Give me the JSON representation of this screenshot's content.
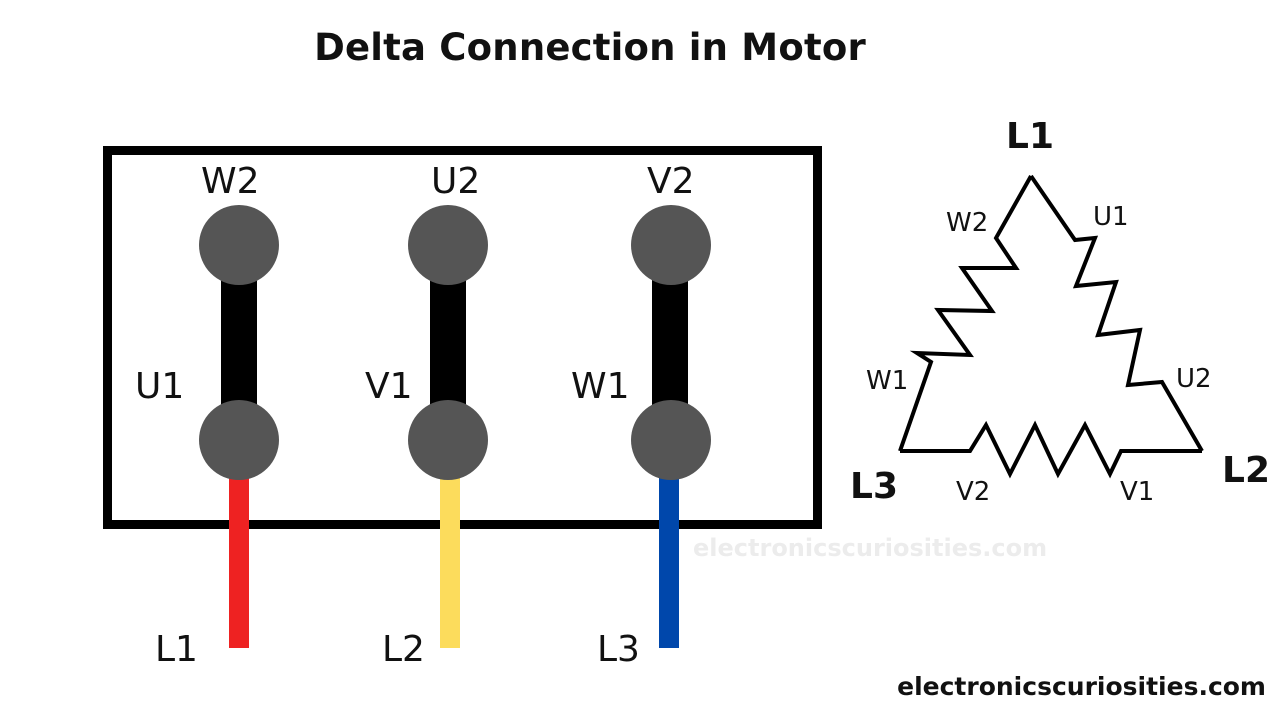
{
  "title": "Delta Connection in Motor",
  "terminals": {
    "top": [
      "W2",
      "U2",
      "V2"
    ],
    "bottom": [
      "U1",
      "V1",
      "W1"
    ]
  },
  "lines": [
    {
      "label": "L1",
      "color": "#ee2222"
    },
    {
      "label": "L2",
      "color": "#fcdc5c"
    },
    {
      "label": "L3",
      "color": "#0047ab"
    }
  ],
  "delta": {
    "corners": {
      "top": "L1",
      "right": "L2",
      "left": "L3"
    },
    "windings": {
      "right_top": "U1",
      "right_bottom": "U2",
      "bottom_right": "V1",
      "bottom_left": "V2",
      "left_bottom": "W1",
      "left_top": "W2"
    }
  },
  "watermark": "electronicscuriosities.com",
  "footer": "electronicscuriosities.com",
  "colors": {
    "terminal": "#555555",
    "link": "#000000",
    "frame": "#000000"
  }
}
